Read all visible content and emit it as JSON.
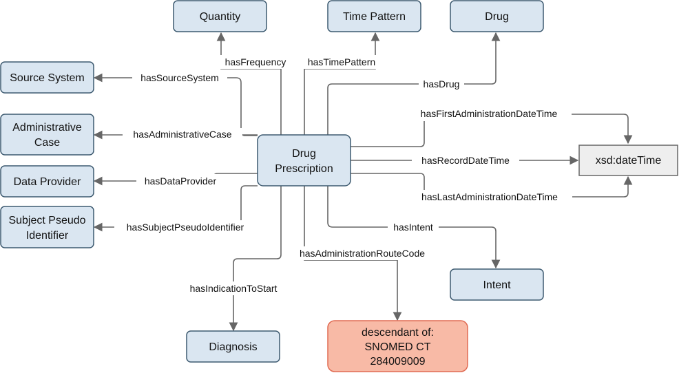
{
  "colors": {
    "node_fill": "#dae6f1",
    "node_stroke": "#3d5a70",
    "literal_fill": "#eeeeee",
    "literal_stroke": "#666666",
    "value_set_fill": "#f8baa6",
    "value_set_stroke": "#e06b53",
    "edge": "#666666"
  },
  "nodes": {
    "quantity": {
      "label": "Quantity"
    },
    "time_pattern": {
      "label": "Time Pattern"
    },
    "drug": {
      "label": "Drug"
    },
    "source_system": {
      "label": "Source System"
    },
    "administrative_case": {
      "line1": "Administrative",
      "line2": "Case"
    },
    "data_provider": {
      "label": "Data Provider"
    },
    "subject_pseudo_identifier": {
      "line1": "Subject Pseudo",
      "line2": "Identifier"
    },
    "drug_prescription": {
      "line1": "Drug",
      "line2": "Prescription"
    },
    "xsd_datetime": {
      "label": "xsd:dateTime"
    },
    "intent": {
      "label": "Intent"
    },
    "diagnosis": {
      "label": "Diagnosis"
    },
    "snomed_value_set": {
      "line1": "descendant of:",
      "line2": "SNOMED CT",
      "line3": "284009009"
    }
  },
  "edges": {
    "has_frequency": "hasFrequency",
    "has_time_pattern": "hasTimePattern",
    "has_drug": "hasDrug",
    "has_source_system": "hasSourceSystem",
    "has_administrative_case": "hasAdministrativeCase",
    "has_data_provider": "hasDataProvider",
    "has_subject_pseudo_identifier": "hasSubjectPseudoIdentifier",
    "has_first_administration_datetime": "hasFirstAdministrationDateTime",
    "has_record_datetime": "hasRecordDateTime",
    "has_last_administration_datetime": "hasLastAdministrationDateTime",
    "has_intent": "hasIntent",
    "has_administration_route_code": "hasAdministrationRouteCode",
    "has_indication_to_start": "hasIndicationToStart"
  }
}
